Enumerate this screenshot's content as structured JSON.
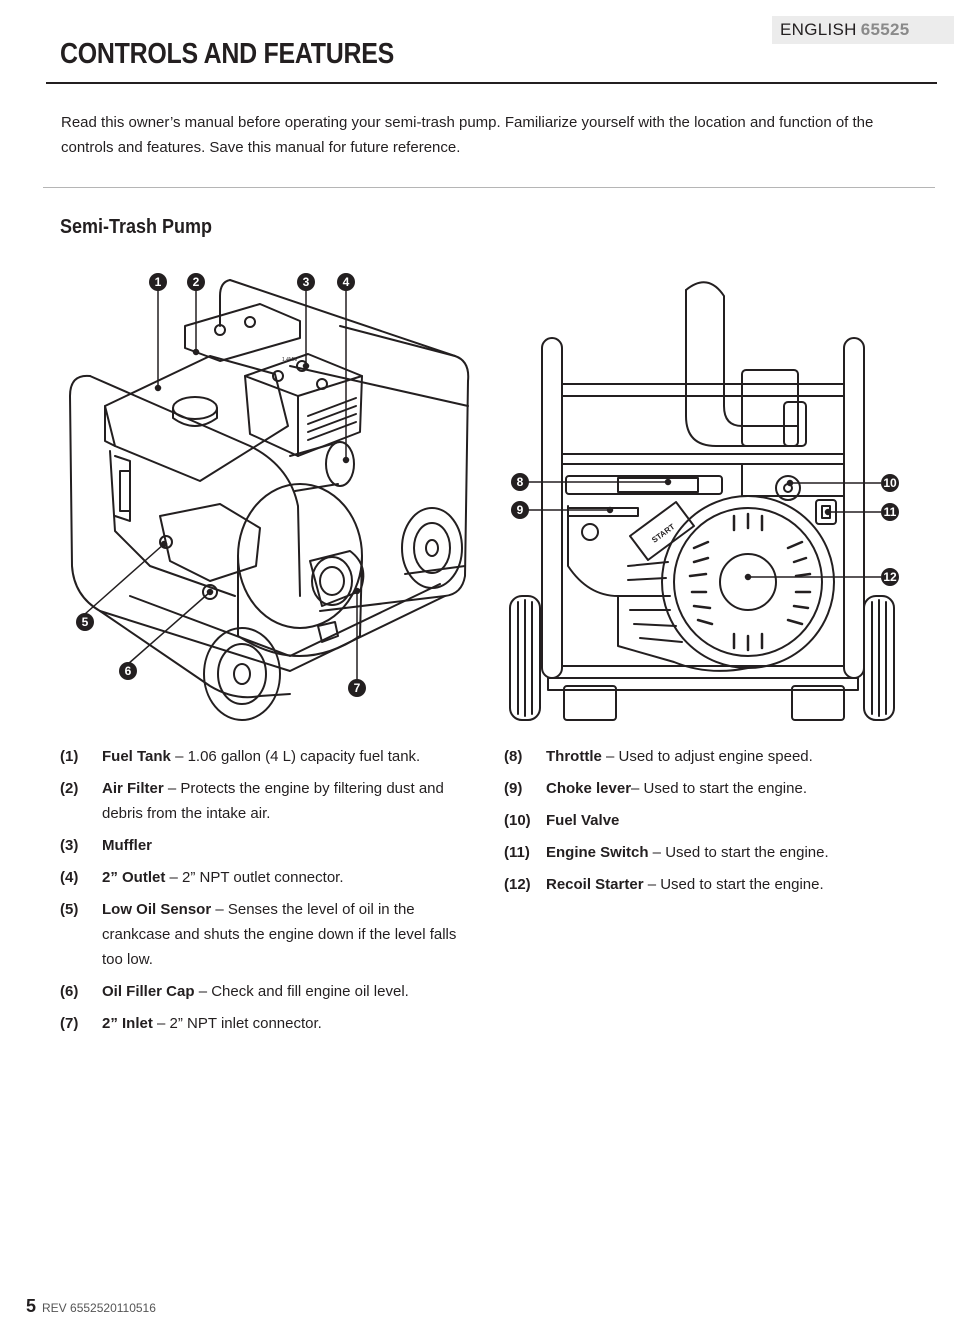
{
  "header": {
    "language": "ENGLISH",
    "model": "65525"
  },
  "title": "CONTROLS AND FEATURES",
  "intro": "Read this owner’s manual before operating your semi-trash pump. Familiarize yourself with the location and function of the controls and features. Save this manual for future reference.",
  "section_title": "Semi-Trash Pump",
  "diagram_left": {
    "callouts": [
      "1",
      "2",
      "3",
      "4",
      "5",
      "6",
      "7"
    ],
    "muffler_label": "1.4MM",
    "icon": "pump-front-illustration"
  },
  "diagram_right": {
    "callouts": [
      "8",
      "9",
      "10",
      "11",
      "12"
    ],
    "start_label": "START",
    "icon": "pump-rear-illustration"
  },
  "features_left": [
    {
      "num": "(1)",
      "term": "Fuel Tank",
      "desc": " – 1.06 gallon (4 L) capacity fuel tank."
    },
    {
      "num": "(2)",
      "term": "Air Filter",
      "desc": " – Protects the engine by filtering dust and debris from the intake air."
    },
    {
      "num": "(3)",
      "term": "Muffler",
      "desc": ""
    },
    {
      "num": "(4)",
      "term": "2” Outlet",
      "desc": " – 2” NPT outlet connector."
    },
    {
      "num": "(5)",
      "term": "Low Oil Sensor",
      "desc": " – Senses the level of oil in the crankcase and shuts the engine down if the level falls too low."
    },
    {
      "num": "(6)",
      "term": "Oil Filler Cap",
      "desc": " – Check and fill engine oil level."
    },
    {
      "num": "(7)",
      "term": "2” Inlet",
      "desc": " – 2” NPT inlet connector."
    }
  ],
  "features_right": [
    {
      "num": "(8)",
      "term": "Throttle",
      "desc": " – Used to adjust engine speed."
    },
    {
      "num": "(9)",
      "term": "Choke lever",
      "desc": "– Used to start the engine."
    },
    {
      "num": "(10)",
      "term": "Fuel Valve",
      "desc": ""
    },
    {
      "num": "(11)",
      "term": "Engine Switch",
      "desc": " – Used to start the engine."
    },
    {
      "num": "(12)",
      "term": "Recoil Starter",
      "desc": " – Used to start the engine."
    }
  ],
  "footer": {
    "page": "5",
    "rev": "REV 6552520110516"
  }
}
